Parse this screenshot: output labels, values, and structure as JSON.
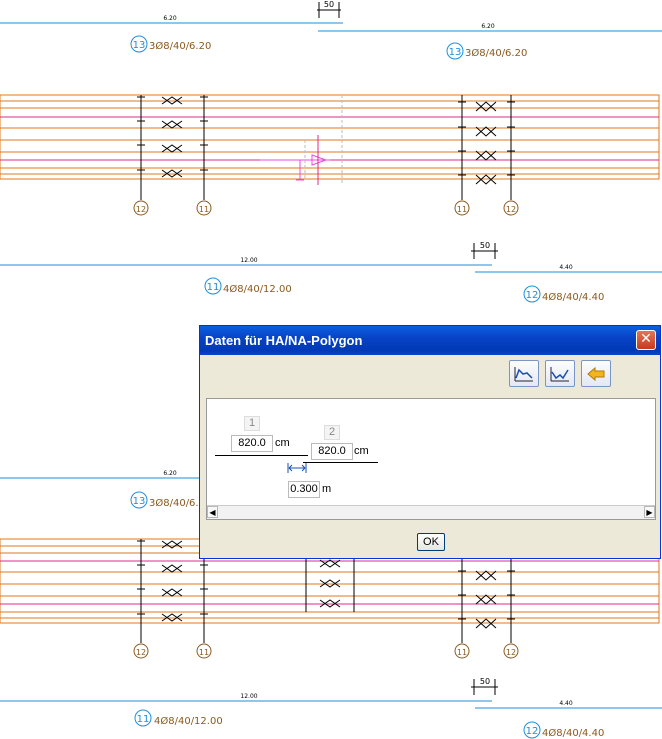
{
  "drawing": {
    "top_left_dim": "6.20",
    "top_right_dim": "6.20",
    "top_offset_dim": "50",
    "top_left_label": "3Ø8/40/6.20",
    "top_right_label": "3Ø8/40/6.20",
    "top_left_mark": "13",
    "top_right_mark": "13",
    "mid_long_dim": "12.00",
    "mid_short_dim": "4.40",
    "mid_offset_dim": "50",
    "mid_long_label": "4Ø8/40/12.00",
    "mid_short_label": "4Ø8/40/4.40",
    "mid_long_mark": "11",
    "mid_short_mark": "12",
    "lower_left_dim": "6.20",
    "lower_left_label": "3Ø8/40/6.",
    "lower_left_mark": "13",
    "bot_long_dim": "12.00",
    "bot_short_dim": "4.40",
    "bot_offset_dim": "50",
    "bot_long_label": "4Ø8/40/12.00",
    "bot_short_label": "4Ø8/40/4.40",
    "bot_long_mark": "11",
    "bot_short_mark": "12",
    "bubble_a": "12",
    "bubble_b": "11",
    "colors": {
      "orange": "#e07a1e",
      "pink": "#e0288a",
      "blue": "#1e8fdc",
      "brown": "#8a5a1e",
      "magenta": "#e84ae0"
    }
  },
  "dialog": {
    "title": "Daten für HA/NA-Polygon",
    "close_glyph": "✕",
    "toolbar": {
      "btn1_icon": "polygon-chart-icon",
      "btn2_icon": "polygon-edit-icon",
      "btn3_icon": "back-arrow-icon"
    },
    "col1_number": "1",
    "col1_value": "820.0",
    "col1_unit": "cm",
    "col2_number": "2",
    "col2_value": "820.0",
    "col2_unit": "cm",
    "offset_value": "0.300",
    "offset_unit": "m",
    "scroll_left": "◀",
    "scroll_right": "▶",
    "ok_label": "OK"
  }
}
